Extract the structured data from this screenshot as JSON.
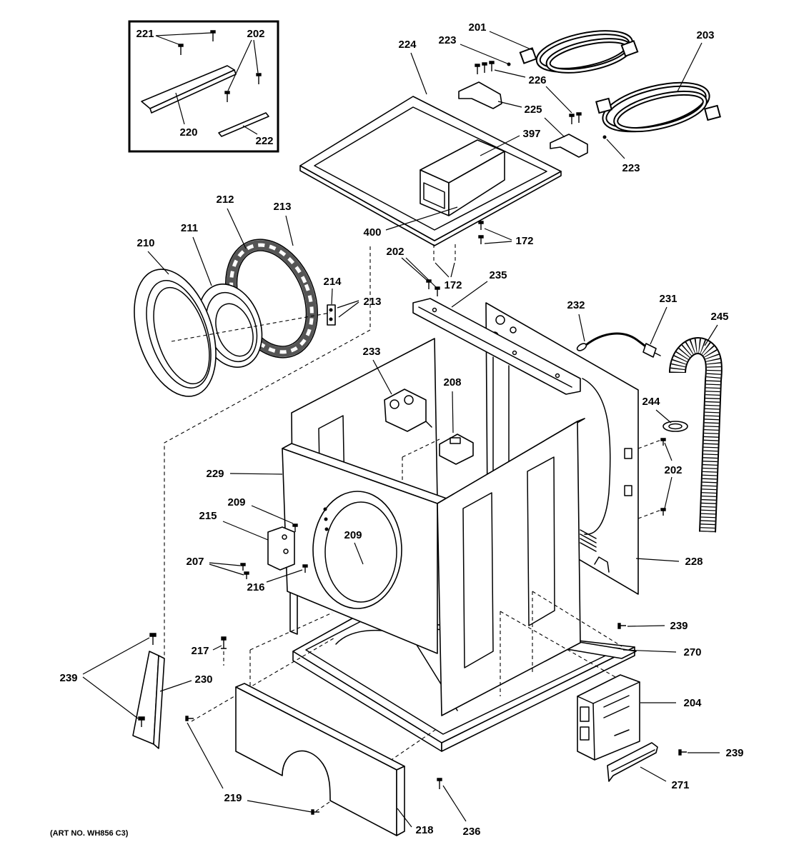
{
  "art_number": "(ART NO. WH856 C3)",
  "line_color": "#000000",
  "callouts": [
    "221",
    "202",
    "220",
    "222",
    "201",
    "203",
    "224",
    "223",
    "226",
    "225",
    "397",
    "223",
    "400",
    "172",
    "202",
    "172",
    "212",
    "213",
    "211",
    "210",
    "214",
    "213",
    "235",
    "232",
    "231",
    "245",
    "233",
    "208",
    "244",
    "202",
    "229",
    "209",
    "215",
    "209",
    "207",
    "216",
    "228",
    "239",
    "270",
    "217",
    "239",
    "230",
    "204",
    "239",
    "271",
    "219",
    "218",
    "236"
  ]
}
